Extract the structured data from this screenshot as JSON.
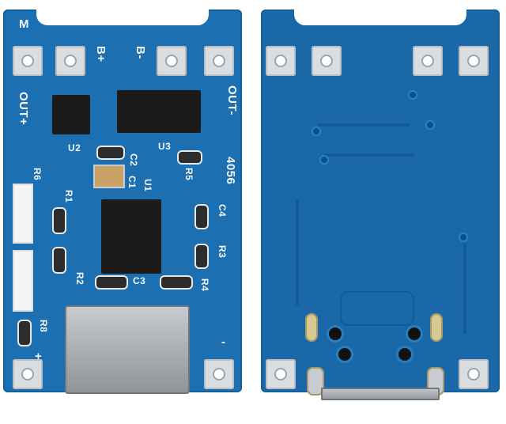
{
  "front": {
    "labels": {
      "m": "M",
      "b_plus": "B+",
      "b_minus": "B-",
      "out_plus": "OUT+",
      "out_minus": "OUT-",
      "u2": "U2",
      "u3": "U3",
      "c2": "C2",
      "c1": "C1",
      "u1": "U1",
      "r5": "R5",
      "r1": "R1",
      "r6": "R6",
      "c4": "C4",
      "r3": "R3",
      "r2": "R2",
      "c3": "C3",
      "r4": "R4",
      "r8": "R8",
      "plus": "+",
      "minus": "-",
      "model": "4056"
    }
  },
  "back": {}
}
